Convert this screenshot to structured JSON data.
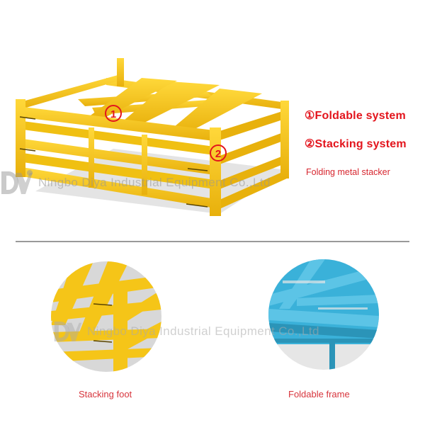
{
  "features": [
    {
      "marker": "①",
      "label": "Foldable system"
    },
    {
      "marker": "②",
      "label": "Stacking system"
    }
  ],
  "features_text": [
    "①Foldable system",
    "②Stacking system"
  ],
  "product_name": "Folding metal stacker",
  "watermark": {
    "logo": "DY",
    "text": "Ningbo Diya Industrial Equipment Co.,Ltd"
  },
  "main_image": {
    "callouts": [
      "①",
      "②"
    ],
    "color": "#f5c518"
  },
  "details": [
    {
      "caption": "Stacking foot",
      "color": "#f5c518"
    },
    {
      "caption": "Foldable frame",
      "color": "#3ab1d9"
    }
  ],
  "colors": {
    "accent_red": "#e3141c",
    "caption_red": "#d7343c",
    "yellow": "#f5c518",
    "blue": "#3ab1d9",
    "divider": "#9a9a9a"
  }
}
